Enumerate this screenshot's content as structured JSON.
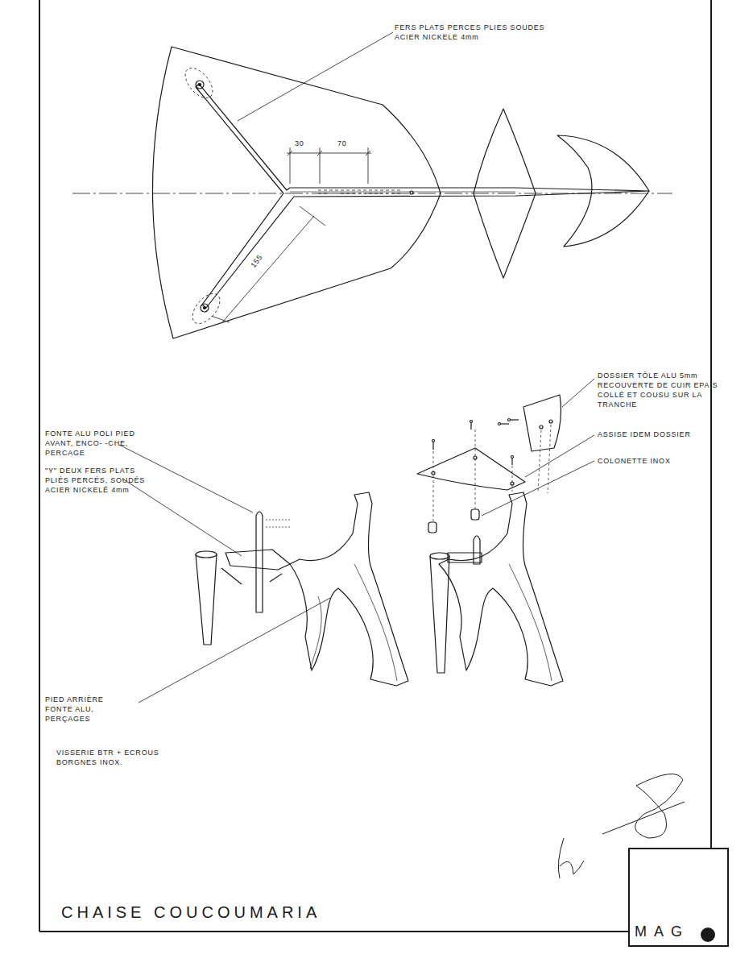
{
  "diagram": {
    "title": "CHAISE COUCOUMARIA",
    "nodes": [
      {
        "text": [
          "MAG"
        ]
      }
    ],
    "labels": [
      "FERS PLATS PERCES PLIES SOUDES ACIER NICKELE 4mm",
      "30",
      "70",
      "155",
      "DOSSIER TÔLE ALU 5mm RECOUVERTE DE CUIR EPAIS COLLÉ ET COUSU SUR LA TRANCHE",
      "ASSISE IDEM DOSSIER",
      "COLONETTE INOX",
      "FONTE ALU POLI PIED AVANT, ENCO- -CHE, PERCAGE",
      "\"Y\" DEUX FERS PLATS PLIÉS PERCÉS, SOUDÉS ACIER NICKELÉ 4mm",
      "PIED ARRIÈRE FONTE ALU, PERÇAGES",
      "VISSERIE BTR + ECROUS BORGNES INOX."
    ]
  }
}
